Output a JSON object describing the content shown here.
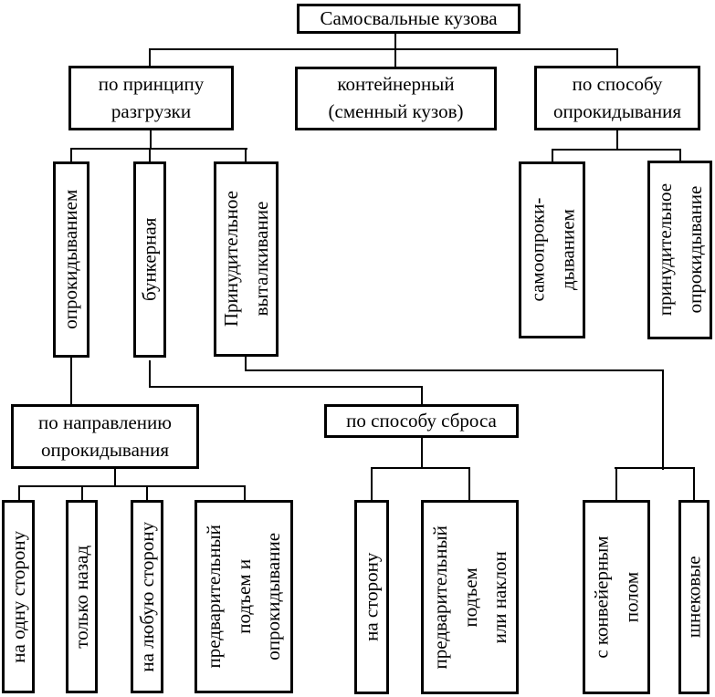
{
  "diagram": {
    "title": "Самосвальные кузова",
    "level2": {
      "unloading_principle": "по принципу\nразгрузки",
      "container_body": "контейнерный\n(сменный кузов)",
      "tipping_method": "по способу\nопрокидывания"
    },
    "unloading_types": {
      "by_tipping": "опрокидыванием",
      "bunker": "бункерная",
      "forced_pushout": "Принудительное\nвыталкивание"
    },
    "tipping_types": {
      "self_tipping": "самоопроки-\nдыванием",
      "forced_tipping": "принудительное\nопрокидывание"
    },
    "level4": {
      "tipping_direction": "по направлению\nопрокидывания",
      "discharge_method": "по способу сброса"
    },
    "direction_leaves": {
      "one_side": "на одну сторону",
      "back_only": "только назад",
      "any_side": "на любую сторону",
      "prelift_and_tip": "предварительный\nподъем и\nопрокидывание"
    },
    "discharge_leaves": {
      "to_side": "на сторону",
      "prelift_or_incline": "предварительный\nподъем\nили наклон"
    },
    "pushout_leaves": {
      "conveyor_floor": "с конвейерным\nполом",
      "screw": "шнековые"
    },
    "colors": {
      "line": "#000000",
      "background": "#ffffff"
    }
  }
}
